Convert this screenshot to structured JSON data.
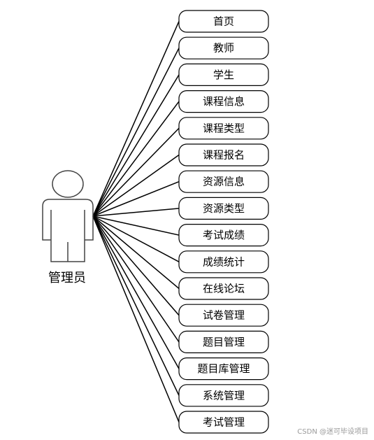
{
  "actor": {
    "label": "管理员"
  },
  "use_cases": [
    "首页",
    "教师",
    "学生",
    "课程信息",
    "课程类型",
    "课程报名",
    "资源信息",
    "资源类型",
    "考试成绩",
    "成绩统计",
    "在线论坛",
    "试卷管理",
    "题目管理",
    "题目库管理",
    "系统管理",
    "考试管理"
  ],
  "watermark": "CSDN @迷可毕设项目"
}
